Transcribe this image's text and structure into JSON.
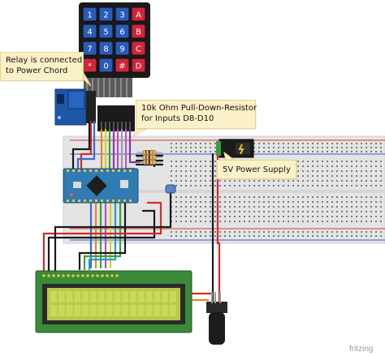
{
  "notes": {
    "relay": [
      "Relay is connected",
      "to Power Chord"
    ],
    "resistor": [
      "10k Ohm Pull-Down-Resistor",
      "for Inputs D8-D10"
    ],
    "power": "5V Power Supply"
  },
  "keypad": {
    "rows": [
      [
        "1",
        "2",
        "3",
        "A"
      ],
      [
        "4",
        "5",
        "6",
        "B"
      ],
      [
        "7",
        "8",
        "9",
        "C"
      ],
      [
        "*",
        "0",
        "#",
        "D"
      ]
    ],
    "digit_color": "#2a5bb8",
    "letter_color": "#d0263a"
  },
  "watermark": "fritzing",
  "colors": {
    "breadboard": "#e7e7e7",
    "arduino": "#2f7bb2",
    "lcd_pcb": "#3a8a3a",
    "lcd_screen": "#b8c94a",
    "relay": "#1d57a8",
    "rail_red": "#d43a3a",
    "rail_blue": "#3a5bd4"
  }
}
